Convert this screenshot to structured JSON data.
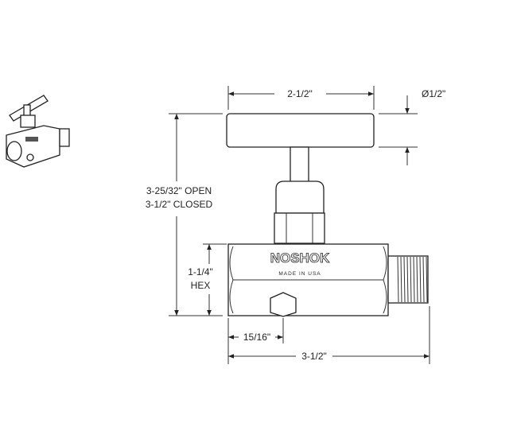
{
  "dimensions": {
    "handle_length": "2-1/2\"",
    "handle_diameter": "Ø1/2\"",
    "height_open": "3-25/32\" OPEN",
    "height_closed": "3-1/2\" CLOSED",
    "hex_size_line1": "1-1/4\"",
    "hex_size_line2": "HEX",
    "plug_offset": "15/16\"",
    "overall_length": "3-1/2\""
  },
  "body_markings": {
    "brand": "NOSHOK",
    "origin": "MADE IN USA"
  }
}
